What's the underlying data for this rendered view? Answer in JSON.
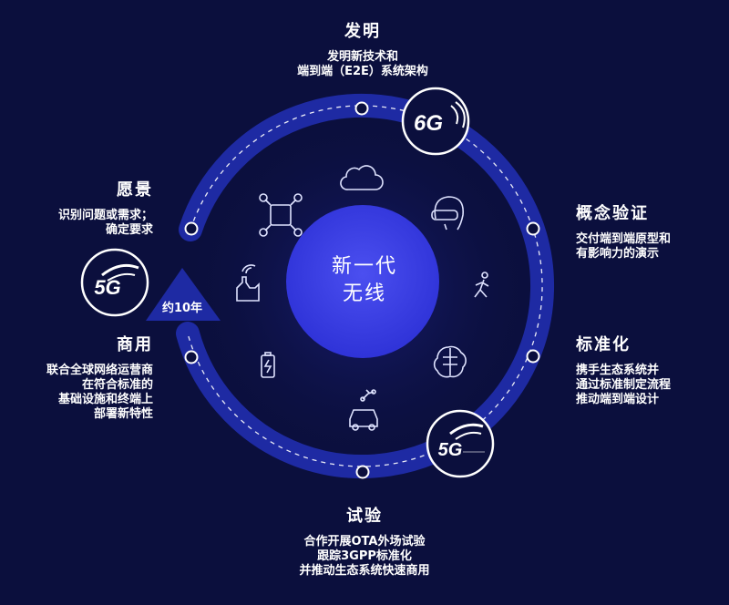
{
  "colors": {
    "background": "#0b0f3d",
    "ring": "#1e2aa3",
    "core": "#3a3ee8",
    "badge": "#0b0f3d"
  },
  "center": {
    "line1": "新一代",
    "line2": "无线"
  },
  "arrow_label": "约10年",
  "stages": {
    "invent": {
      "title": "发明",
      "lines": [
        "发明新技术和",
        "端到端（E2E）系统架构"
      ]
    },
    "poc": {
      "title": "概念验证",
      "lines": [
        "交付端到端原型和",
        "有影响力的演示"
      ]
    },
    "standard": {
      "title": "标准化",
      "lines": [
        "携手生态系统并",
        "通过标准制定流程",
        "推动端到端设计"
      ]
    },
    "trial": {
      "title": "试验",
      "lines": [
        "合作开展OTA外场试验",
        "跟踪3GPP标准化",
        "并推动生态系统快速商用"
      ]
    },
    "commercial": {
      "title": "商用",
      "lines": [
        "联合全球网络运营商",
        "在符合标准的",
        "基础设施和终端上",
        "部署新特性"
      ]
    },
    "vision": {
      "title": "愿景",
      "lines": [
        "识别问题或需求；",
        "确定要求"
      ]
    }
  },
  "badges": {
    "top": "6G",
    "bottom": "5G",
    "left": "5G"
  },
  "icons": [
    "cloud-icon",
    "vr-headset-icon",
    "walking-person-icon",
    "brain-icon",
    "drone-car-icon",
    "battery-icon",
    "factory-icon",
    "drone-icon"
  ]
}
